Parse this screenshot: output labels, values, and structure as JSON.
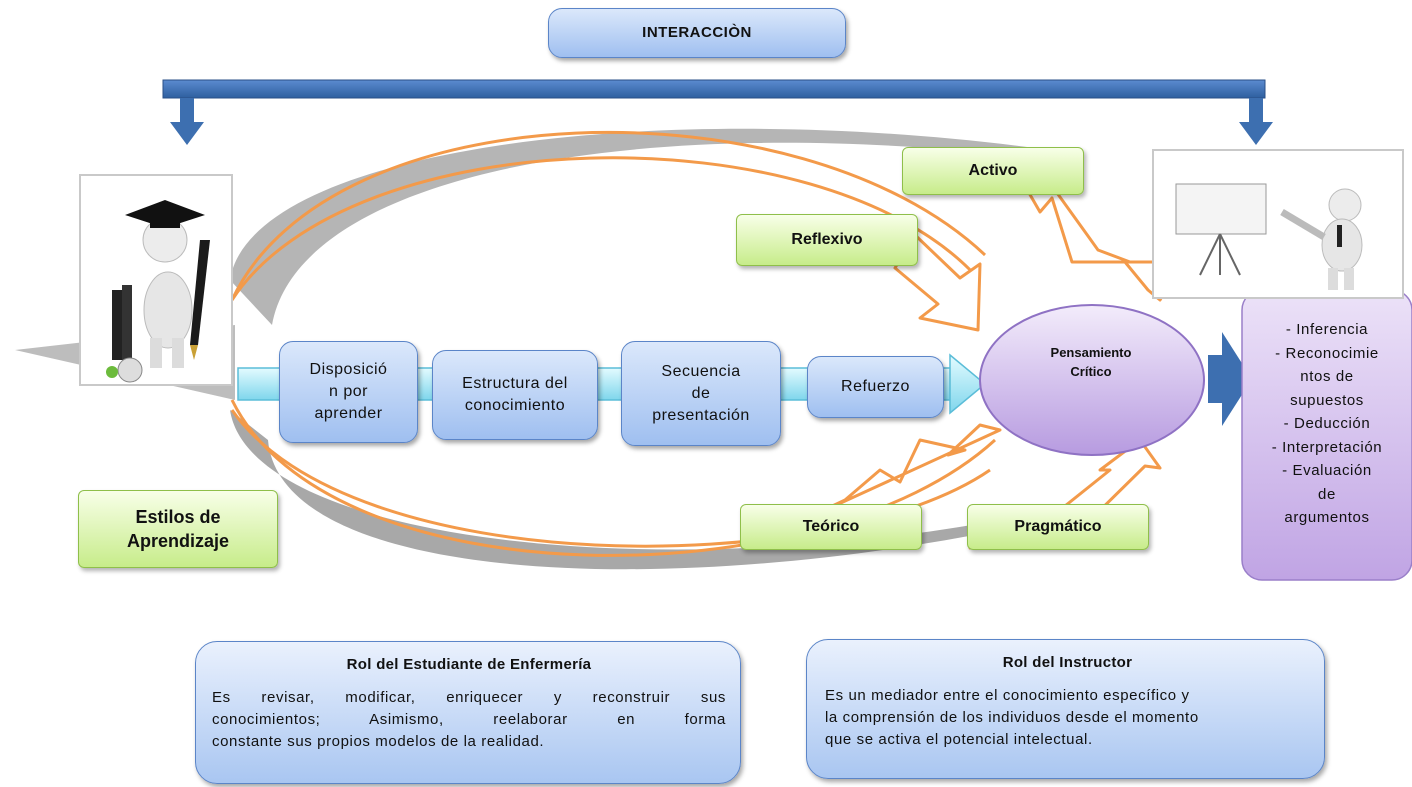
{
  "header": {
    "title": "INTERACCIÒN"
  },
  "process": {
    "steps": [
      [
        "Disposició",
        "n por",
        "aprender"
      ],
      [
        "Estructura del",
        "conocimiento"
      ],
      [
        "Secuencia",
        "de",
        "presentación"
      ],
      [
        "Refuerzo"
      ]
    ]
  },
  "styles": {
    "activo": "Activo",
    "reflexivo": "Reflexivo",
    "teorico": "Teórico",
    "pragmatico": "Pragmático",
    "title_line1": "Estilos de",
    "title_line2": "Aprendizaje"
  },
  "center": {
    "line1": "Pensamiento",
    "line2": "Crítico"
  },
  "skills": [
    "- Inferencia",
    "- Reconocimie",
    "ntos de",
    "supuestos",
    "- Deducción",
    "- Interpretación",
    "- Evaluación",
    "de",
    "argumentos"
  ],
  "student_card": {
    "title": "Rol del Estudiante de Enfermería",
    "lines": [
      "Es revisar, modificar, enriquecer y reconstruir sus",
      "conocimientos; Asimismo, reelaborar en forma",
      "constante sus propios modelos de la realidad."
    ]
  },
  "instructor_card": {
    "title": "Rol del Instructor",
    "lines": [
      "Es un mediador entre el conocimiento específico y",
      "la comprensión de los individuos desde el momento",
      "que se activa el potencial intelectual."
    ]
  },
  "colors": {
    "blue_arrow": "#3d6fb0",
    "orange": "#f39a4a",
    "purple": "#c9b3e6",
    "green": "#c7ec8a",
    "blue_box": "#a9c6f1"
  }
}
